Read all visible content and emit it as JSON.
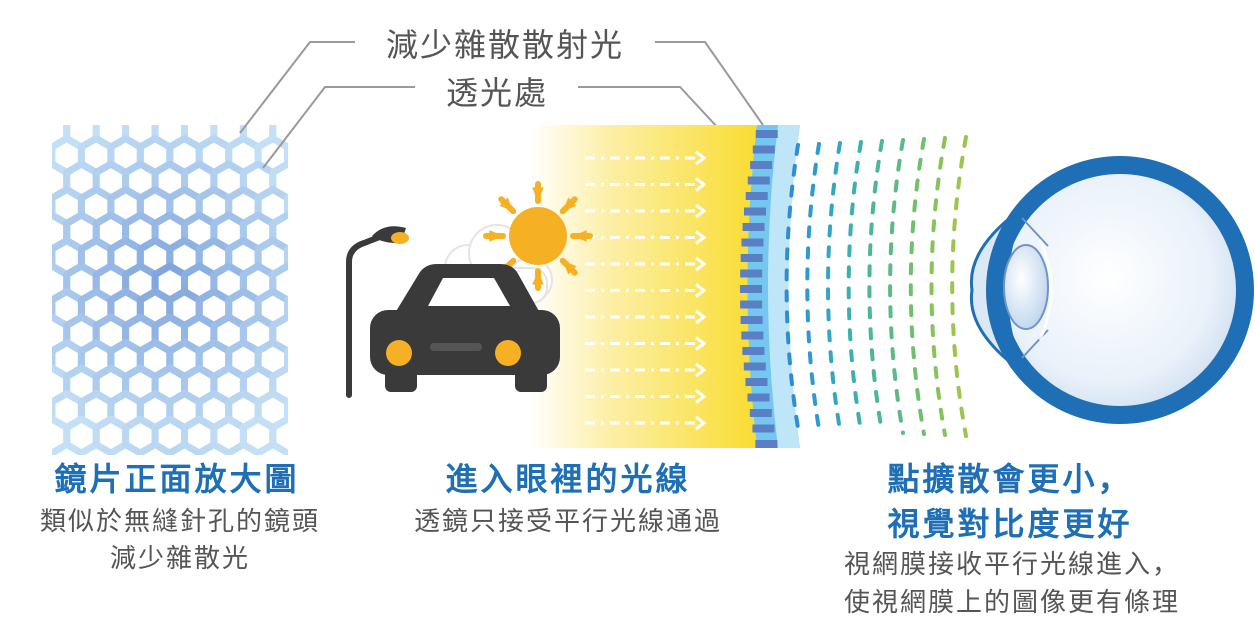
{
  "callouts": {
    "scatter_reduction": "減少雜散散射光",
    "transmission": "透光處"
  },
  "sections": {
    "lens": {
      "title": "鏡片正面放大圖",
      "desc_line1": "類似於無縫針孔的鏡頭",
      "desc_line2": "減少雜散光"
    },
    "light": {
      "title": "進入眼裡的光線",
      "desc_line1": "透鏡只接受平行光線通過"
    },
    "eye": {
      "title_line1": "點擴散會更小，",
      "title_line2": "視覺對比度更好",
      "desc_line1": "視網膜接收平行光線進入，",
      "desc_line2": "使視網膜上的圖像更有條理"
    }
  },
  "colors": {
    "heading_blue": "#1f6fb6",
    "hex_light": "#bdd9f3",
    "hex_dark": "#7ea3dd",
    "light_yellow": "#f9dc2e",
    "sun_orange": "#f5b024",
    "car_dark": "#3a3a3a",
    "eye_blue": "#1f6fb6"
  },
  "icons": [
    "hexagon-pattern",
    "street-lamp-icon",
    "sun-icon",
    "cloud-icon",
    "car-icon",
    "lens-cross-section",
    "eye-icon"
  ]
}
